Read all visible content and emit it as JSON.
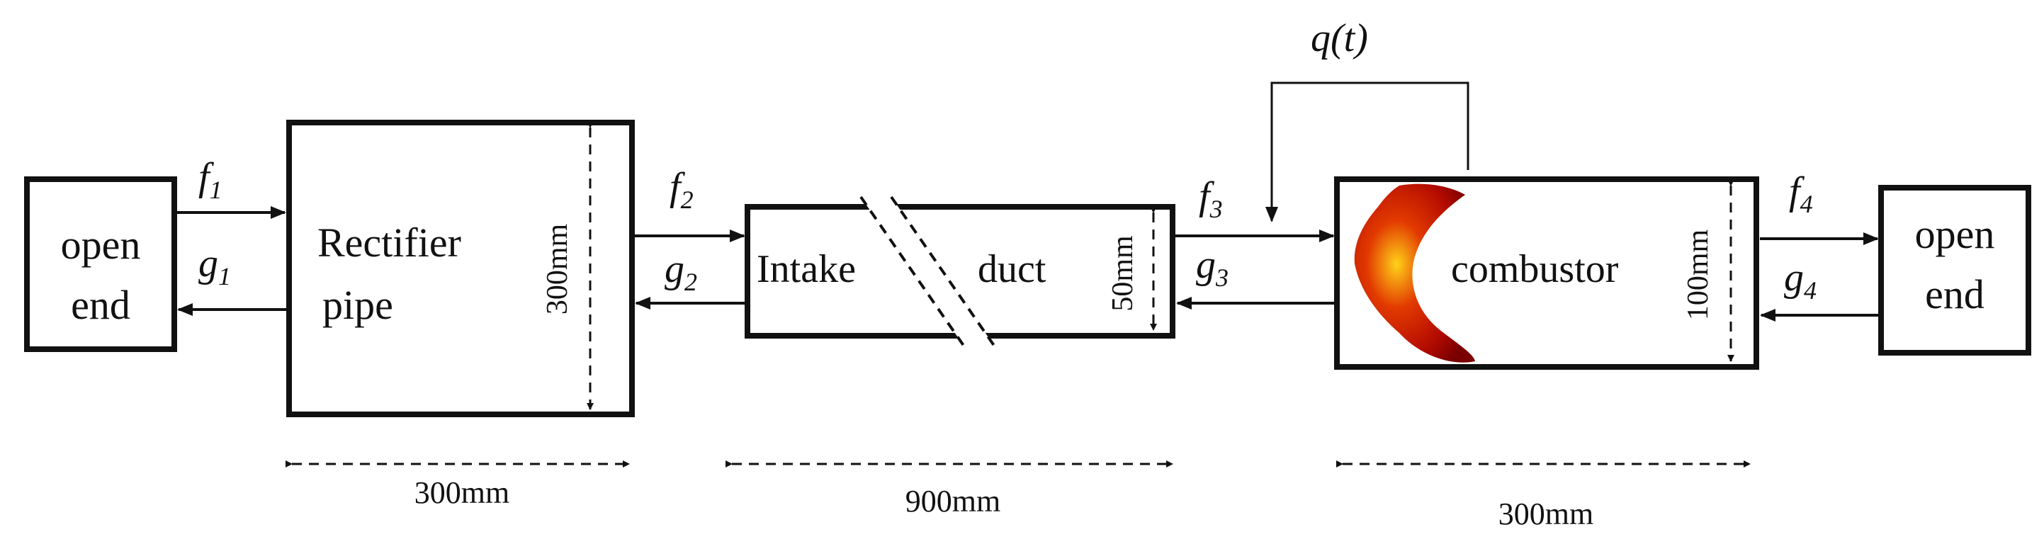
{
  "colors": {
    "ink": "#111111",
    "background": "#ffffff",
    "flame_dark": "#8a0000",
    "flame_mid": "#c41a00",
    "flame_hot": "#ffd21a"
  },
  "blocks": {
    "open_end_left": {
      "line1": "open",
      "line2": "end"
    },
    "rectifier": {
      "line1": "Rectifier",
      "line2": "pipe",
      "height_dim": "300mm",
      "length_dim": "300mm"
    },
    "intake_duct": {
      "left": "Intake",
      "right": "duct",
      "height_dim": "50mm",
      "length_dim": "900mm"
    },
    "combustor": {
      "label": "combustor",
      "height_dim": "100mm",
      "length_dim": "300mm"
    },
    "open_end_right": {
      "line1": "open",
      "line2": "end"
    }
  },
  "waves": {
    "f1": {
      "base": "f",
      "sub": "1"
    },
    "g1": {
      "base": "g",
      "sub": "1"
    },
    "f2": {
      "base": "f",
      "sub": "2"
    },
    "g2": {
      "base": "g",
      "sub": "2"
    },
    "f3": {
      "base": "f",
      "sub": "3"
    },
    "g3": {
      "base": "g",
      "sub": "3"
    },
    "f4": {
      "base": "f",
      "sub": "4"
    },
    "g4": {
      "base": "g",
      "sub": "4"
    }
  },
  "feedback": {
    "label": "q(t)"
  },
  "icons": {
    "flame": "flame-heat-release-icon",
    "arrow": "arrowhead-icon"
  }
}
